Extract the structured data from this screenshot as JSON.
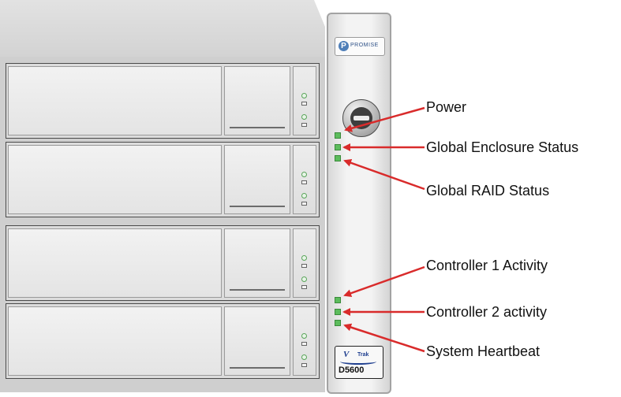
{
  "device": {
    "brand_mark": "P",
    "brand_text": "PROMISE",
    "badge_logo": "V",
    "badge_trak": "Trak",
    "badge_model": "D5600"
  },
  "labels": {
    "power": "Power",
    "global_enclosure": "Global Enclosure Status",
    "global_raid": "Global RAID Status",
    "controller1": "Controller 1 Activity",
    "controller2": "Controller 2 activity",
    "heartbeat": "System Heartbeat"
  },
  "colors": {
    "led": "#5cbc5c",
    "arrow": "#d92b2b"
  }
}
